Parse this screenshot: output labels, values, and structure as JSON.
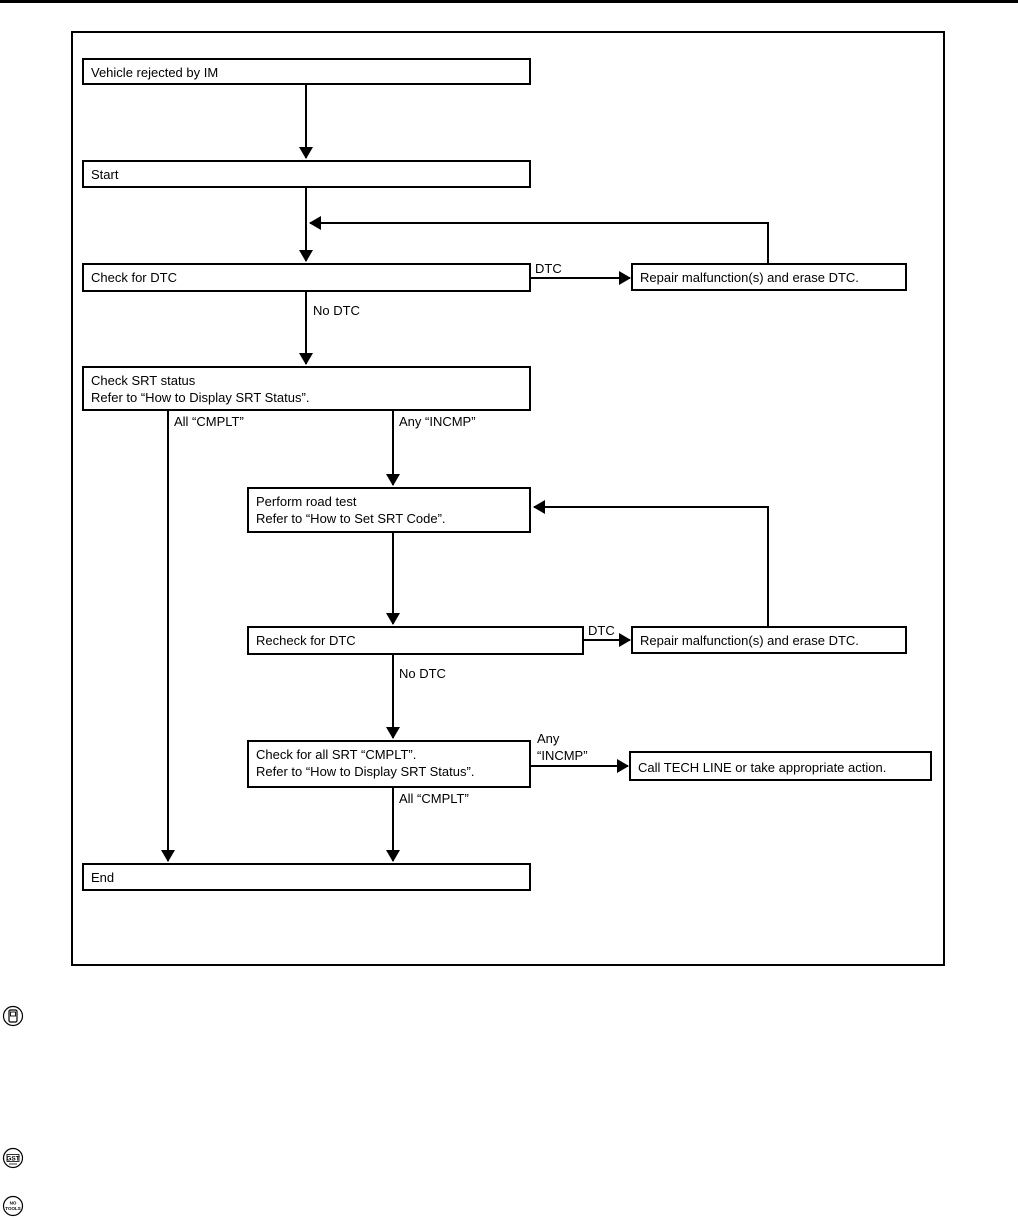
{
  "flowchart": {
    "nodes": {
      "vehicle_rejected": "Vehicle rejected by IM",
      "start": "Start",
      "check_dtc": "Check for DTC",
      "repair_1": "Repair malfunction(s) and erase DTC.",
      "check_srt_line1": "Check SRT status",
      "check_srt_line2": "Refer to “How to Display SRT Status”.",
      "road_test_line1": "Perform road test",
      "road_test_line2": "Refer to “How to Set SRT Code”.",
      "recheck_dtc": "Recheck for DTC",
      "repair_2": "Repair malfunction(s) and erase DTC.",
      "check_all_line1": "Check for all SRT “CMPLT”.",
      "check_all_line2": "Refer to “How to Display SRT Status”.",
      "call_tech": "Call TECH LINE or take appropriate action.",
      "end": "End"
    },
    "edge_labels": {
      "dtc_1": "DTC",
      "no_dtc_1": "No DTC",
      "all_cmplt_1": "All “CMPLT”",
      "any_incmp_1": "Any “INCMP”",
      "dtc_2": "DTC",
      "no_dtc_2": "No DTC",
      "any_incmp_2_line1": "Any",
      "any_incmp_2_line2": "“INCMP”",
      "all_cmplt_2": "All “CMPLT”"
    }
  },
  "side_icons": {
    "consult_icon": "consult-tool-icon",
    "gst_icon": "GST",
    "no_tools_icon_line1": "NO",
    "no_tools_icon_line2": "TOOLS"
  }
}
